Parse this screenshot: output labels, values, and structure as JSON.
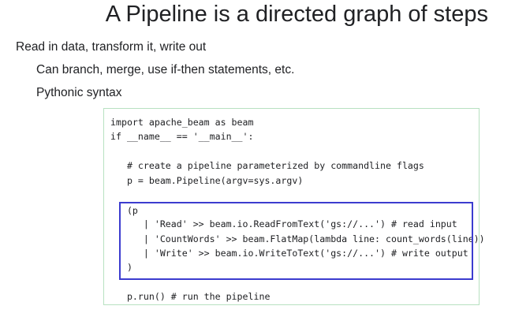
{
  "slide": {
    "title": "A Pipeline is a directed graph of steps",
    "bullets": [
      "Read in data, transform it, write out",
      "Can branch, merge, use if-then statements, etc.",
      "Pythonic syntax"
    ]
  },
  "code": {
    "lines": [
      "import apache_beam as beam",
      "if __name__ == '__main__':",
      "",
      "   # create a pipeline parameterized by commandline flags",
      "   p = beam.Pipeline(argv=sys.argv)",
      "",
      "   (p",
      "      | 'Read' >> beam.io.ReadFromText('gs://...') # read input",
      "      | 'CountWords' >> beam.FlatMap(lambda line: count_words(line))",
      "      | 'Write' >> beam.io.WriteToText('gs://...') # write output",
      "   )",
      "",
      "   p.run() # run the pipeline"
    ]
  },
  "colors": {
    "panel_border": "#b7e1c1",
    "highlight_border": "#3c3ccf"
  }
}
